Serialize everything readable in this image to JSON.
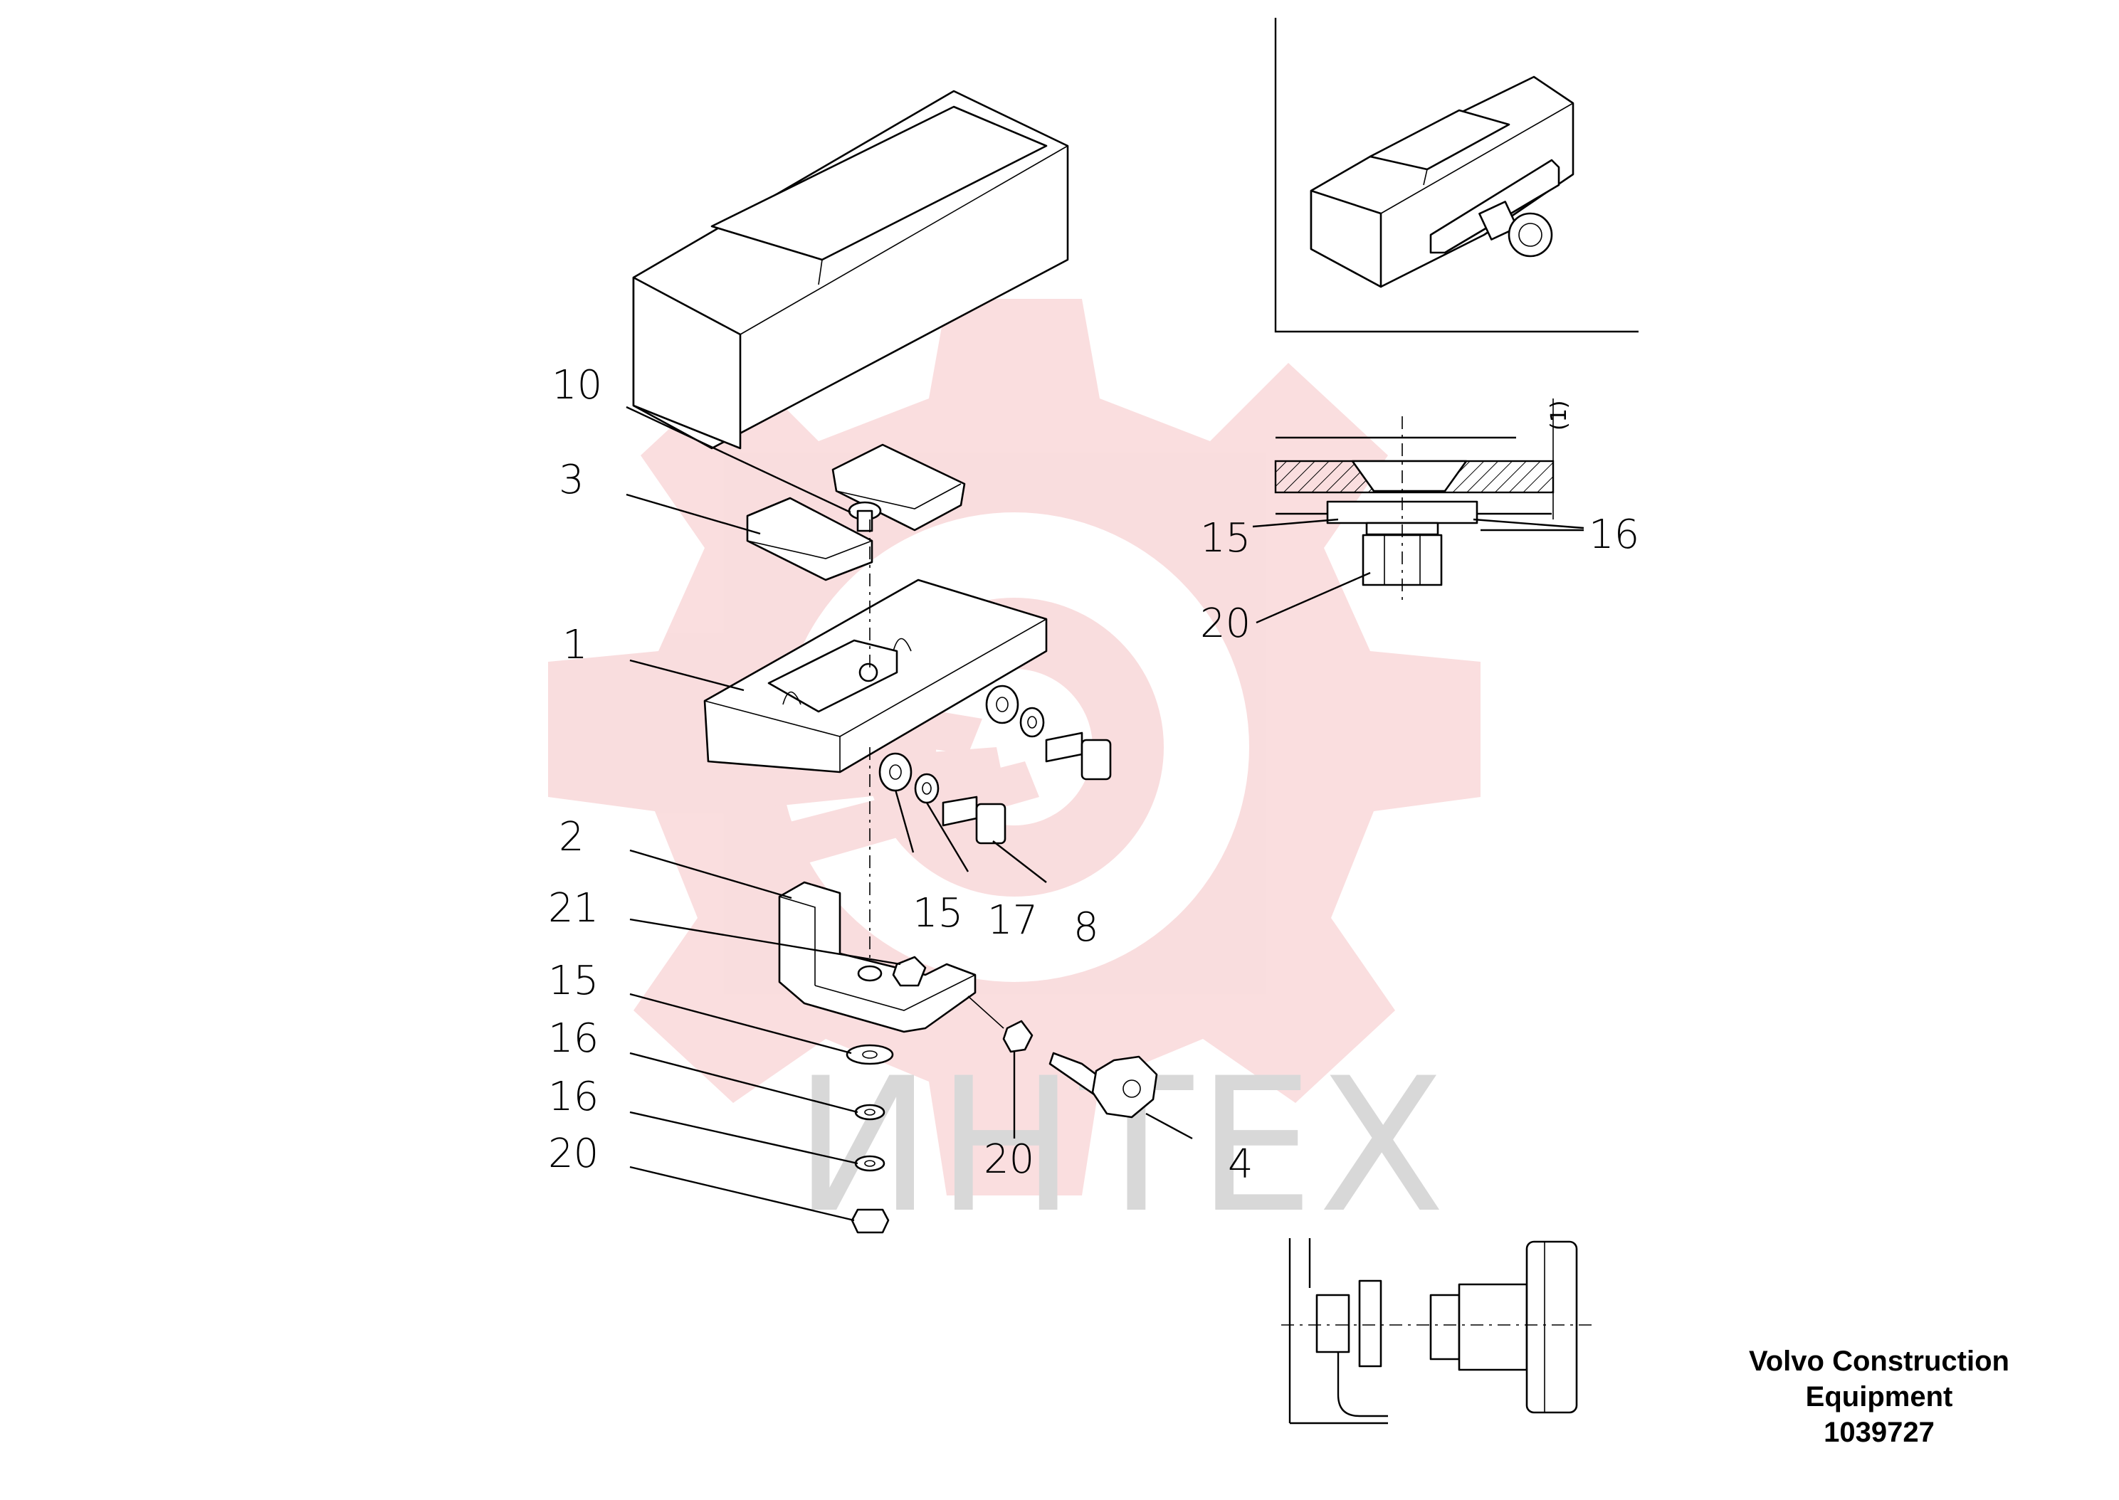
{
  "watermark": {
    "text": "ИНТЕХ",
    "gear_color": "#f9dadb",
    "text_color": "#d8d8d8"
  },
  "callouts": {
    "main": [
      "10",
      "3",
      "1",
      "2",
      "21",
      "15",
      "16",
      "16",
      "20"
    ],
    "bolt_group": [
      "15",
      "17",
      "8"
    ],
    "lower": [
      "20",
      "4"
    ]
  },
  "section_view": {
    "callouts": [
      "15",
      "16",
      "20"
    ],
    "dimension": "(1)"
  },
  "caption": {
    "line1": "Volvo Construction",
    "line2": "Equipment",
    "line3": "1039727"
  }
}
